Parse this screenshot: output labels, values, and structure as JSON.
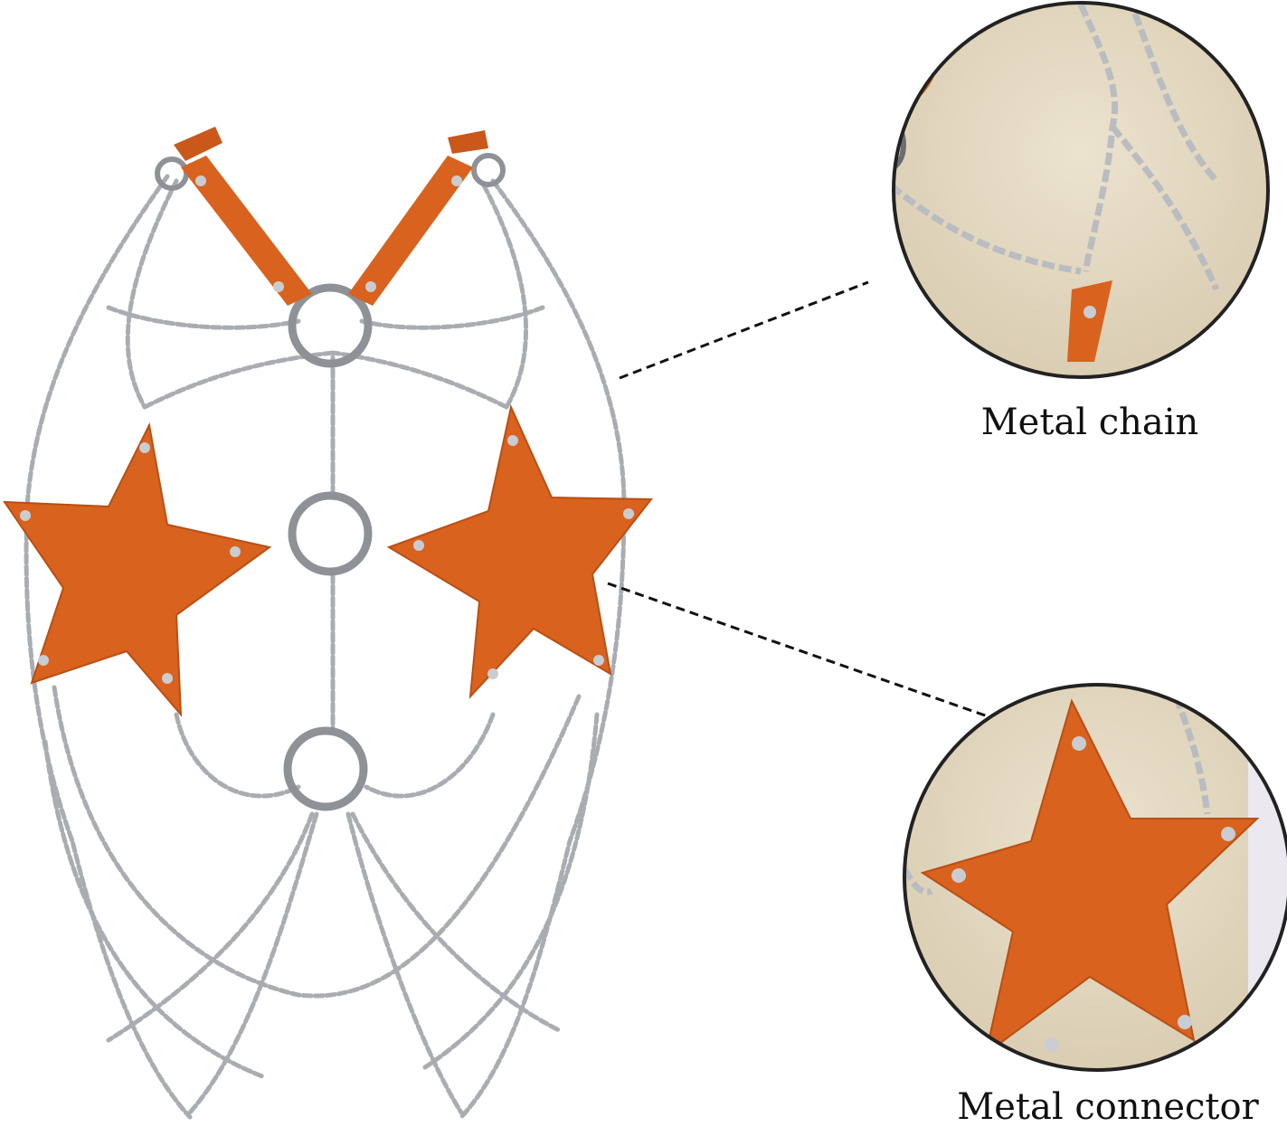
{
  "image": {
    "subject": "orange leather star body chain harness",
    "colors": {
      "leather": "#d8621e",
      "leather_dark": "#b94f14",
      "chain": "#b9bcc0",
      "ring": "#8e9196",
      "rivet": "#c9ccd0",
      "background_mannequin": "#e3d8c3",
      "circle_border": "#222222",
      "dashed_line": "#111111"
    }
  },
  "callouts": [
    {
      "label": "Metal chain",
      "icon": "chain-detail-icon"
    },
    {
      "label": "Metal connector",
      "icon": "star-connector-detail-icon"
    }
  ]
}
